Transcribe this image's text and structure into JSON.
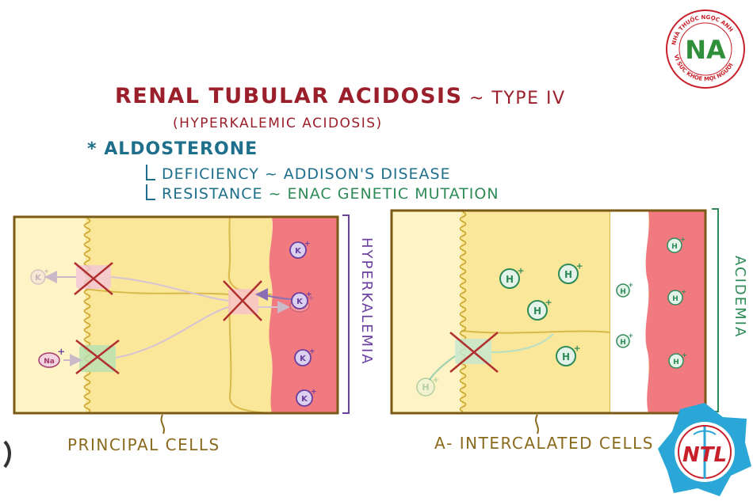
{
  "title": "Renal Tubular Acidosis",
  "title_suffix": "~ Type IV",
  "subtitle": "(Hyperkalemic Acidosis)",
  "aldosterone": {
    "bullet": "*",
    "label": "Aldosterone",
    "deficiency_label": "Deficiency",
    "deficiency_cause": "~ Addison's Disease",
    "resistance_label": "Resistance",
    "resistance_cause": "~ ENaC Genetic Mutation"
  },
  "principal_cells": {
    "caption": "Principal Cells",
    "side_label": "Hyperkalemia",
    "ion_k": "K",
    "ion_na": "Na",
    "charge": "+"
  },
  "intercalated_cells": {
    "caption": "α- Intercalated Cells",
    "side_label": "Acidemia",
    "ion_h": "H",
    "charge": "+"
  },
  "logos": {
    "top_right_mark": "NA",
    "top_right_ring_top": "NHÀ THUỐC NGỌC ANH",
    "top_right_ring_bottom": "VÌ SỨC KHỎE MỌI NGƯỜI",
    "bottom_right_mark": "NTL"
  },
  "colors": {
    "title_red": "#9b1f2a",
    "text_blue": "#1e6f8c",
    "accent_green": "#2e8b57",
    "cell_yellow": "#fdf3c4",
    "blood_pink": "#f07a80",
    "frame_brown": "#7a5a14",
    "potassium_purple": "#6b3fa0",
    "proton_green": "#2e8b57"
  }
}
